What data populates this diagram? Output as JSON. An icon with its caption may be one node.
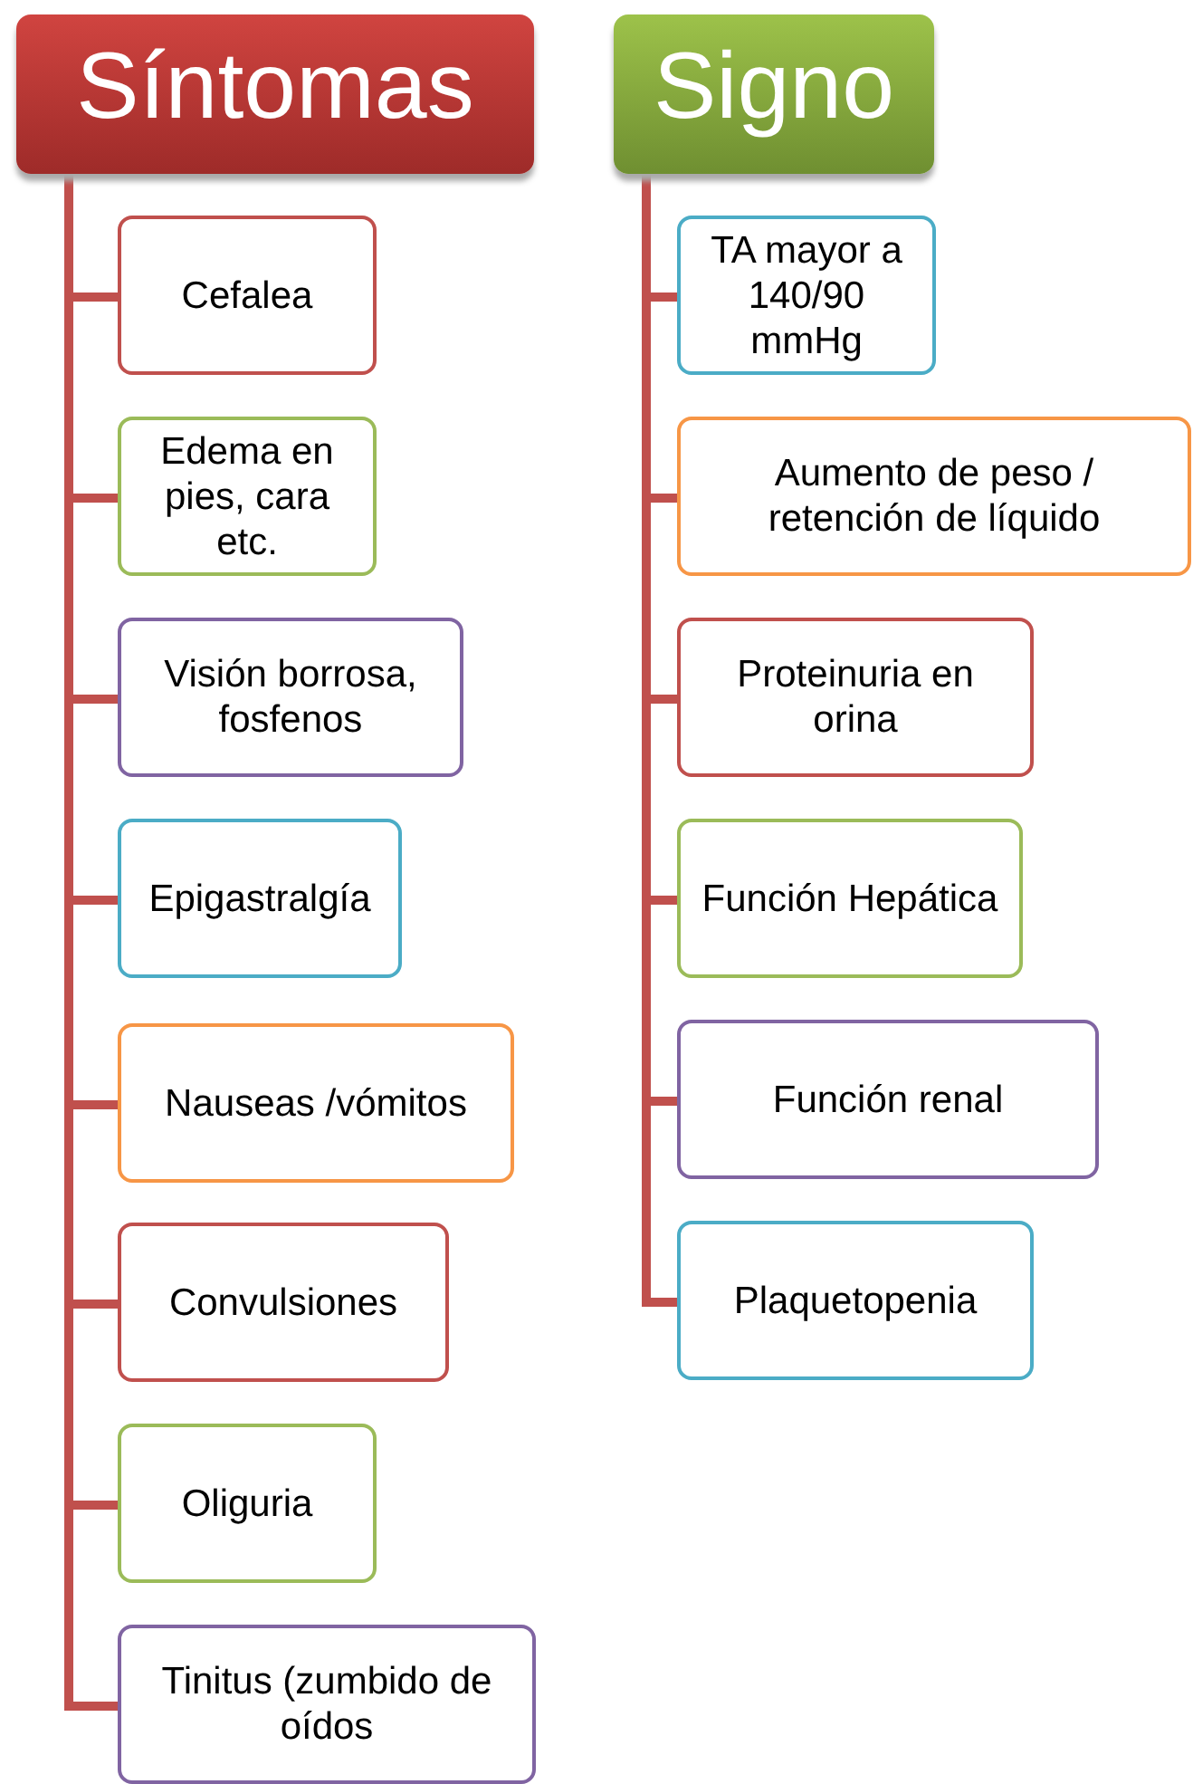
{
  "diagram": {
    "nodes": [
      {
        "text": [
          "Síntomas"
        ]
      },
      {
        "text": [
          "Cefalea"
        ]
      },
      {
        "text": [
          "Edema en pies, cara etc."
        ]
      },
      {
        "text": [
          "Visión borrosa, fosfenos"
        ]
      },
      {
        "text": [
          "Epigastralgía"
        ]
      },
      {
        "text": [
          "Nauseas /vómitos"
        ]
      },
      {
        "text": [
          "Convulsiones"
        ]
      },
      {
        "text": [
          "Oliguria"
        ]
      },
      {
        "text": [
          "Tinitus (zumbido de oídos"
        ]
      },
      {
        "text": [
          "Signo"
        ]
      },
      {
        "text": [
          "TA mayor a 140/90 mmHg"
        ]
      },
      {
        "text": [
          "Aumento de peso / retención de líquido"
        ]
      },
      {
        "text": [
          "Proteinuria en orina"
        ]
      },
      {
        "text": [
          "Función Hepática"
        ]
      },
      {
        "text": [
          "Función renal"
        ]
      },
      {
        "text": [
          "Plaquetopenia"
        ]
      }
    ],
    "edges": [
      {
        "from": 0,
        "to": 1,
        "arrow": "none"
      },
      {
        "from": 0,
        "to": 2,
        "arrow": "none"
      },
      {
        "from": 0,
        "to": 3,
        "arrow": "none"
      },
      {
        "from": 0,
        "to": 4,
        "arrow": "none"
      },
      {
        "from": 0,
        "to": 5,
        "arrow": "none"
      },
      {
        "from": 0,
        "to": 6,
        "arrow": "none"
      },
      {
        "from": 0,
        "to": 7,
        "arrow": "none"
      },
      {
        "from": 0,
        "to": 8,
        "arrow": "none"
      },
      {
        "from": 9,
        "to": 10,
        "arrow": "none"
      },
      {
        "from": 9,
        "to": 11,
        "arrow": "none"
      },
      {
        "from": 9,
        "to": 12,
        "arrow": "none"
      },
      {
        "from": 9,
        "to": 13,
        "arrow": "none"
      },
      {
        "from": 9,
        "to": 14,
        "arrow": "none"
      },
      {
        "from": 9,
        "to": 15,
        "arrow": "none"
      }
    ]
  }
}
